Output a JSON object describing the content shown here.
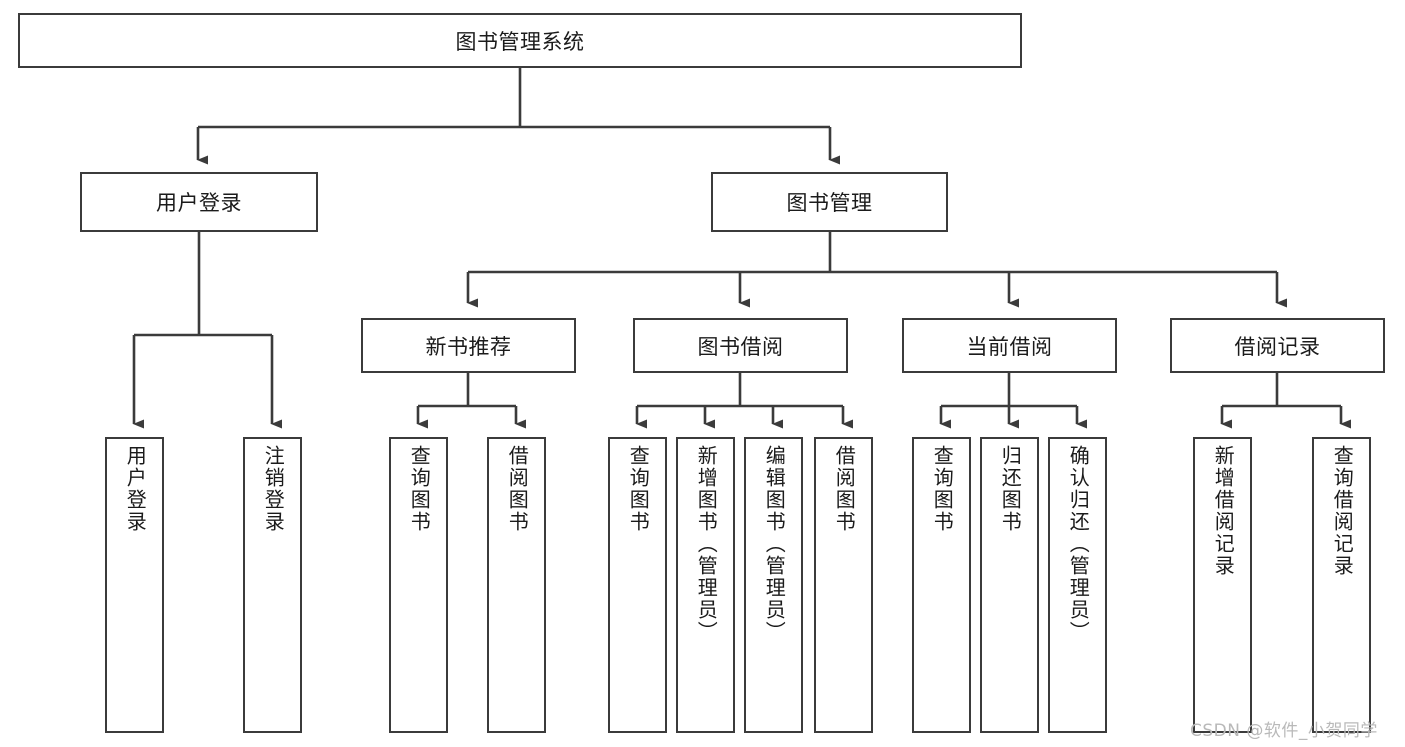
{
  "diagram": {
    "type": "hierarchy-tree",
    "title": "图书管理系统",
    "root": {
      "id": "root",
      "label": "图书管理系统",
      "orientation": "horizontal"
    },
    "level2": [
      {
        "id": "user-login",
        "label": "用户登录",
        "orientation": "horizontal"
      },
      {
        "id": "book-manage",
        "label": "图书管理",
        "orientation": "horizontal"
      }
    ],
    "level3": [
      {
        "id": "new-book-recommend",
        "label": "新书推荐",
        "orientation": "horizontal"
      },
      {
        "id": "book-borrow",
        "label": "图书借阅",
        "orientation": "horizontal"
      },
      {
        "id": "current-borrow",
        "label": "当前借阅",
        "orientation": "horizontal"
      },
      {
        "id": "borrow-record",
        "label": "借阅记录",
        "orientation": "horizontal"
      }
    ],
    "leaves": [
      {
        "id": "leaf-user-login",
        "parent": "user-login",
        "label": "用户登录",
        "orientation": "vertical"
      },
      {
        "id": "leaf-logout",
        "parent": "user-login",
        "label": "注销登录",
        "orientation": "vertical"
      },
      {
        "id": "leaf-query-book-1",
        "parent": "new-book-recommend",
        "label": "查询图书",
        "orientation": "vertical"
      },
      {
        "id": "leaf-borrow-book-1",
        "parent": "new-book-recommend",
        "label": "借阅图书",
        "orientation": "vertical"
      },
      {
        "id": "leaf-query-book-2",
        "parent": "book-borrow",
        "label": "查询图书",
        "orientation": "vertical"
      },
      {
        "id": "leaf-add-book",
        "parent": "book-borrow",
        "label": "新增图书（管理员）",
        "orientation": "vertical"
      },
      {
        "id": "leaf-edit-book",
        "parent": "book-borrow",
        "label": "编辑图书（管理员）",
        "orientation": "vertical"
      },
      {
        "id": "leaf-borrow-book-2",
        "parent": "book-borrow",
        "label": "借阅图书",
        "orientation": "vertical"
      },
      {
        "id": "leaf-query-book-3",
        "parent": "current-borrow",
        "label": "查询图书",
        "orientation": "vertical"
      },
      {
        "id": "leaf-return-book",
        "parent": "current-borrow",
        "label": "归还图书",
        "orientation": "vertical"
      },
      {
        "id": "leaf-confirm-return",
        "parent": "current-borrow",
        "label": "确认归还（管理员）",
        "orientation": "vertical"
      },
      {
        "id": "leaf-add-record",
        "parent": "borrow-record",
        "label": "新增借阅记录",
        "orientation": "vertical"
      },
      {
        "id": "leaf-query-record",
        "parent": "borrow-record",
        "label": "查询借阅记录",
        "orientation": "vertical"
      }
    ],
    "colors": {
      "stroke": "#3b3b3b",
      "fill": "#ffffff",
      "text": "#1b1b1b",
      "watermark": "#b9b9b9"
    }
  },
  "watermark": {
    "text": "CSDN @软件_小贺同学"
  }
}
